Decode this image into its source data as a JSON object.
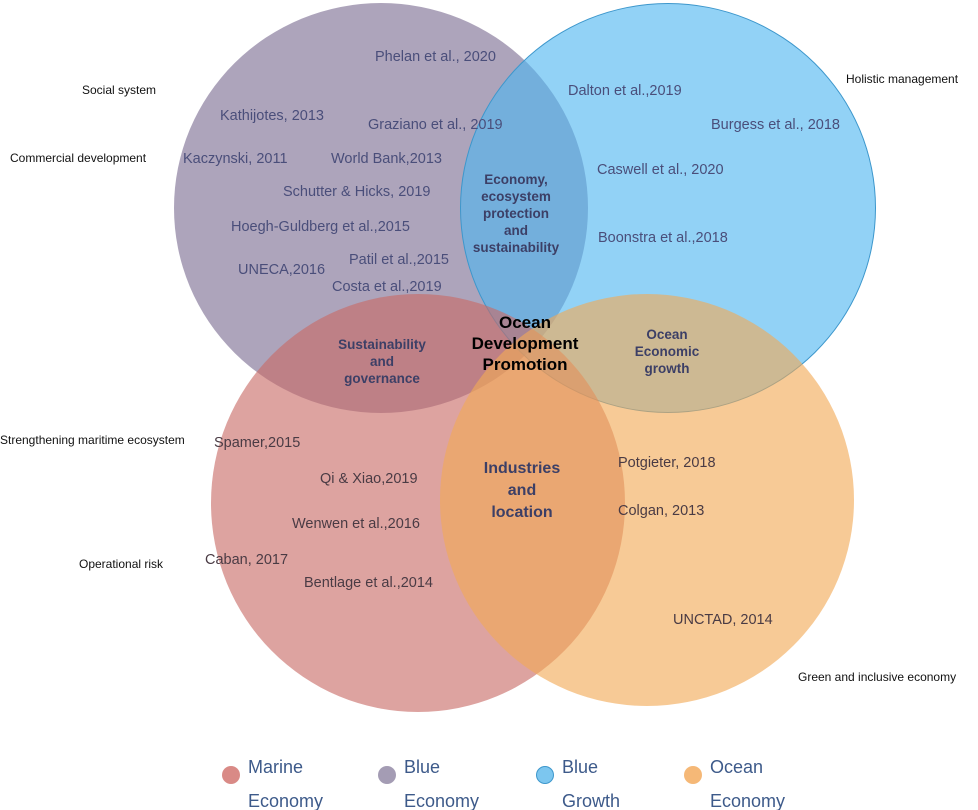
{
  "diagram": {
    "center_label": "Ocean\nDevelopment\nPromotion",
    "overlaps": {
      "blue_economy_blue_growth": "Economy,\necosystem\nprotection\nand\nsustainability",
      "blue_economy_marine": "Sustainability\nand\ngovernance",
      "blue_growth_ocean": "Ocean\nEconomic\ngrowth",
      "marine_ocean": "Industries\nand\nlocation"
    },
    "side_labels": {
      "social_system": "Social system",
      "commercial_development": "Commercial development",
      "holistic_management": "Holistic management",
      "strengthening_maritime": "Strengthening maritime ecosystem",
      "operational_risk": "Operational risk",
      "green_inclusive": "Green and inclusive economy"
    },
    "refs": {
      "blue_economy": [
        "Phelan et al., 2020",
        "Kathijotes, 2013",
        "Graziano et al., 2019",
        "Kaczynski, 2011",
        "World Bank,2013",
        "Schutter & Hicks, 2019",
        "Hoegh-Guldberg et al.,2015",
        "UNECA,2016",
        "Patil et al.,2015",
        "Costa et al.,2019"
      ],
      "blue_growth": [
        "Dalton et al.,2019",
        "Burgess et al., 2018",
        "Caswell et al., 2020",
        "Boonstra et al.,2018"
      ],
      "marine_economy": [
        "Spamer,2015",
        "Qi & Xiao,2019",
        "Wenwen et al.,2016",
        "Caban, 2017",
        "Bentlage et al.,2014"
      ],
      "ocean_economy": [
        "Potgieter, 2018",
        "Colgan, 2013",
        "UNCTAD, 2014"
      ]
    }
  },
  "legend": [
    {
      "label": "Marine\nEconomy",
      "color": "#d98a86"
    },
    {
      "label": "Blue\nEconomy",
      "color": "#a49cb4"
    },
    {
      "label": "Blue\nGrowth",
      "color": "#7cc6ef"
    },
    {
      "label": "Ocean\nEconomy",
      "color": "#f5b877"
    }
  ],
  "colors": {
    "blue_economy": "#7a6c91",
    "blue_growth": "#4fb6f0",
    "marine_economy": "#c86b66",
    "ocean_economy": "#f2a956"
  }
}
